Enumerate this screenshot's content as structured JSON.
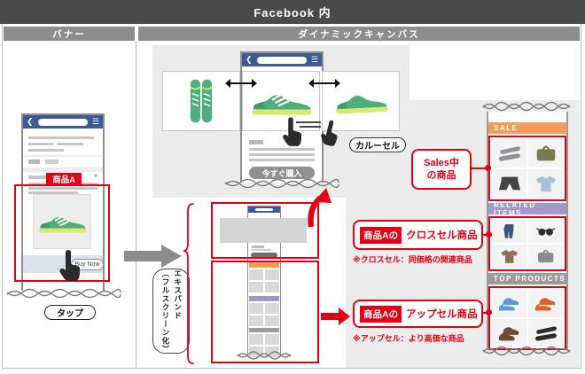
{
  "header": {
    "title": "Facebook 内"
  },
  "columns": {
    "banner": "バナー",
    "dynamic_canvas": "ダイナミックキャンバス"
  },
  "banner_flow": {
    "product_badge": "商品A",
    "buy_button": "Buy Now",
    "tap_label": "タップ"
  },
  "canvas_flow": {
    "carousel_label": "カルーセル",
    "buy_now_button": "今すぐ購入",
    "expand_label_line1": "エキスパンド",
    "expand_label_line2": "（フルスクリーン化）"
  },
  "callouts": {
    "sale": {
      "line1": "Sales中",
      "line2": "の商品"
    },
    "cross_sell": {
      "badge": "商品Aの",
      "label": "クロスセル商品",
      "note": "※クロスセル：同価格の関連商品"
    },
    "up_sell": {
      "badge": "商品Aの",
      "label": "アップセル商品",
      "note": "※アップセル：より高価な商品"
    }
  },
  "product_strip": {
    "sections": [
      {
        "title": "SALE",
        "bar_color": "#f29e59",
        "items": [
          {
            "icon": "slides",
            "color": "#8f9296"
          },
          {
            "icon": "bag",
            "color": "#767a4e"
          },
          {
            "icon": "shorts",
            "color": "#454545"
          },
          {
            "icon": "tshirt",
            "color": "#a9c0dc"
          }
        ]
      },
      {
        "title": "RELATED ITEMS",
        "bar_color": "#a19ac9",
        "items": [
          {
            "icon": "jeans",
            "color": "#3e5378"
          },
          {
            "icon": "sunglasses",
            "color": "#2f2f2f"
          },
          {
            "icon": "tshirt",
            "color": "#8d7263"
          },
          {
            "icon": "bag",
            "color": "#8c8c8c"
          }
        ]
      },
      {
        "title": "TOP PRODUCTS",
        "bar_color": "#9c9c9c",
        "items": [
          {
            "icon": "sneakers-pair",
            "color": "#5b9bd5"
          },
          {
            "icon": "sneakers-pair",
            "color": "#de5f2b"
          },
          {
            "icon": "shoes-pair",
            "color": "#6d4a36"
          },
          {
            "icon": "slides",
            "color": "#2b2b2b"
          }
        ]
      }
    ]
  },
  "colors": {
    "red": "#e50013",
    "fbblue": "#3d5a96",
    "orange": "#f29e59",
    "purple": "#a19ac9",
    "graybar": "#9c9c9c",
    "green_shoe": "#4fae7e",
    "sole": "#d9e96b"
  }
}
